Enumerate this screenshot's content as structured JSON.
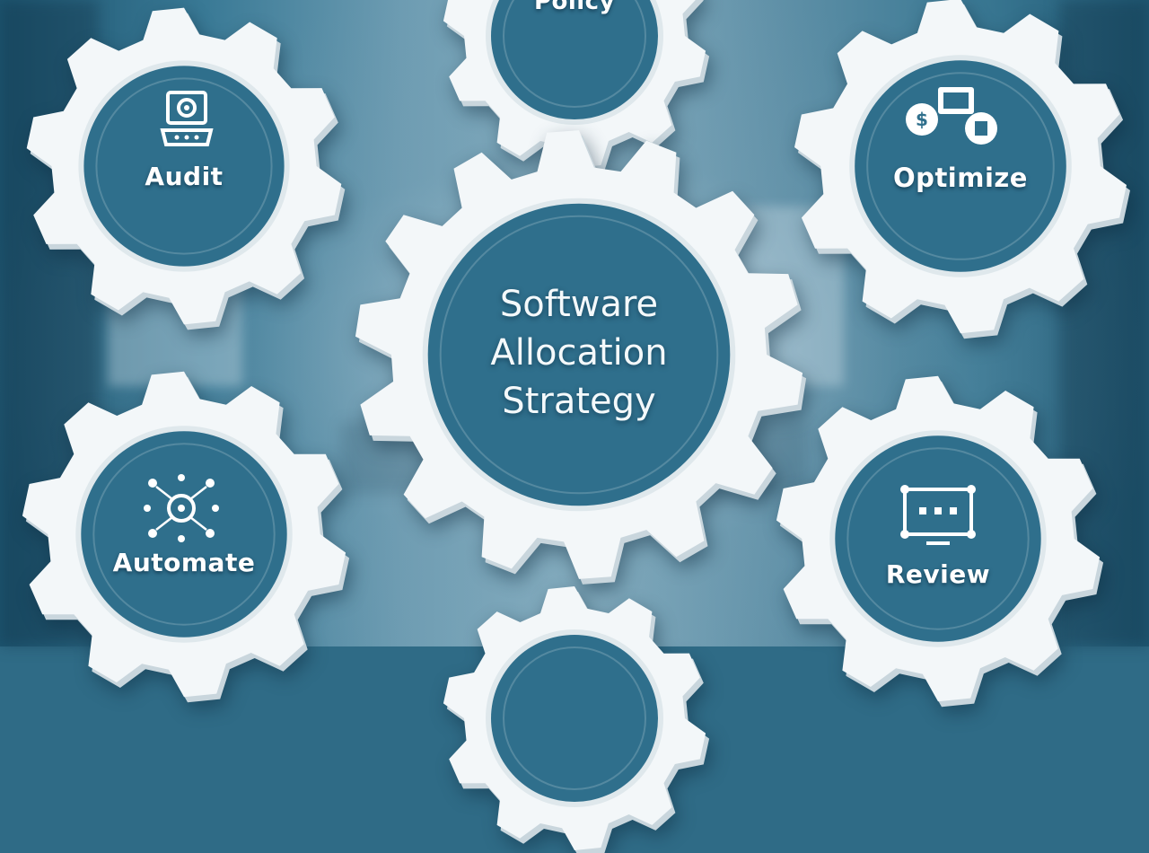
{
  "diagram": {
    "center": {
      "lines": [
        "Software",
        "Allocation",
        "Strategy"
      ]
    },
    "nodes": [
      {
        "id": "policy",
        "label": "Policy",
        "icon": "document-icon"
      },
      {
        "id": "audit",
        "label": "Audit",
        "icon": "laptop-gear-icon"
      },
      {
        "id": "optimize",
        "label": "Optimize",
        "icon": "devices-icon"
      },
      {
        "id": "automate",
        "label": "Automate",
        "icon": "network-gear-icon"
      },
      {
        "id": "review",
        "label": "Review",
        "icon": "monitor-review-icon"
      },
      {
        "id": "bottom",
        "label": "",
        "icon": "gear-icon"
      }
    ]
  },
  "colors": {
    "gear": "#f3f7f9",
    "gear_shadow": "#c9d6dd",
    "hub": "#2f6f8c",
    "text": "#ffffff"
  }
}
